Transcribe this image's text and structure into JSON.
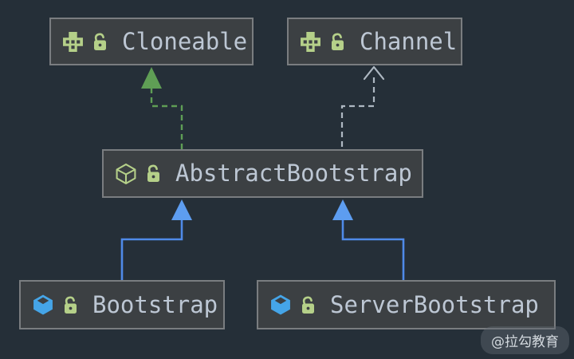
{
  "diagram": {
    "type": "uml-class-diagram",
    "nodes": [
      {
        "id": "cloneable",
        "label": "Cloneable",
        "kind": "interface",
        "icon": "interface-icon",
        "lock_icon": "open-lock-icon"
      },
      {
        "id": "channel",
        "label": "Channel",
        "kind": "interface",
        "icon": "interface-icon",
        "lock_icon": "open-lock-icon"
      },
      {
        "id": "abstract_bootstrap",
        "label": "AbstractBootstrap",
        "kind": "abstract-class",
        "icon": "abstract-class-icon",
        "lock_icon": "open-lock-icon"
      },
      {
        "id": "bootstrap",
        "label": "Bootstrap",
        "kind": "class",
        "icon": "class-icon",
        "lock_icon": "open-lock-icon"
      },
      {
        "id": "server_bootstrap",
        "label": "ServerBootstrap",
        "kind": "class",
        "icon": "class-icon",
        "lock_icon": "open-lock-icon"
      }
    ],
    "edges": [
      {
        "from": "AbstractBootstrap",
        "to": "Cloneable",
        "relation": "implements",
        "line": "dashed",
        "arrowhead": "filled-triangle",
        "color": "#5f9e55"
      },
      {
        "from": "AbstractBootstrap",
        "to": "Channel",
        "relation": "implements",
        "line": "dashed",
        "arrowhead": "open-chevron",
        "color": "#aeb8c2"
      },
      {
        "from": "Bootstrap",
        "to": "AbstractBootstrap",
        "relation": "extends",
        "line": "solid",
        "arrowhead": "filled-triangle",
        "color": "#4f8ae8"
      },
      {
        "from": "ServerBootstrap",
        "to": "AbstractBootstrap",
        "relation": "extends",
        "line": "solid",
        "arrowhead": "filled-triangle",
        "color": "#4f8ae8"
      }
    ]
  },
  "colors": {
    "background": "#252f38",
    "node_fill": "#3c4043",
    "node_border": "#7a7d80",
    "node_text": "#bdc7d4",
    "icon_green": "#b5d089",
    "icon_green_dark": "#5f9e55",
    "icon_blue": "#45a5e8",
    "edge_green": "#5f9e55",
    "edge_gray": "#aeb8c2",
    "edge_blue": "#4f8ae8",
    "edge_blue_head": "#5d9df0"
  },
  "watermark": {
    "text": "@拉勾教育"
  }
}
